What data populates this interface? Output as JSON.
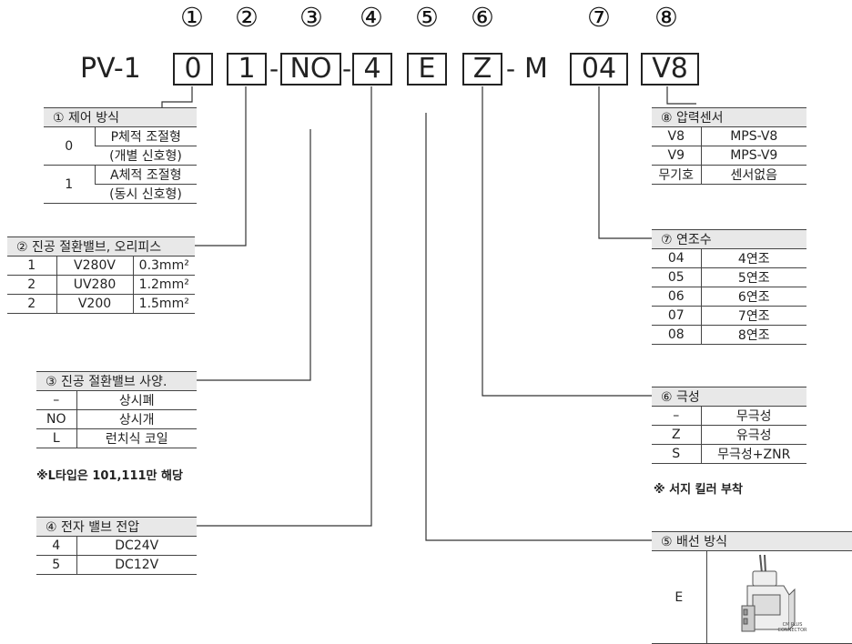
{
  "code": {
    "prefix": "PV-1",
    "numbers": [
      "①",
      "②",
      "③",
      "④",
      "⑤",
      "⑥",
      "⑦",
      "⑧"
    ],
    "segments": [
      "0",
      "1",
      "NO",
      "4",
      "E",
      "Z",
      "04",
      "V8"
    ],
    "hyphen": "-",
    "m_label": "M"
  },
  "t1": {
    "title": "① 제어 방식",
    "rows": [
      [
        "0",
        "P체적 조절형"
      ],
      [
        "",
        "(개별 신호형)"
      ],
      [
        "1",
        "A체적 조절형"
      ],
      [
        "",
        "(동시 신호형)"
      ]
    ]
  },
  "t2": {
    "title": "② 진공 절환밸브, 오리피스",
    "rows": [
      [
        "1",
        "V280V",
        "0.3mm²"
      ],
      [
        "2",
        "UV280",
        "1.2mm²"
      ],
      [
        "2",
        "V200",
        "1.5mm²"
      ]
    ]
  },
  "t3": {
    "title": "③ 진공 절환밸브 사양.",
    "rows": [
      [
        "–",
        "상시폐"
      ],
      [
        "NO",
        "상시개"
      ],
      [
        "L",
        "런치식 코일"
      ]
    ],
    "note": "※L타입은 101,111만 해당"
  },
  "t4": {
    "title": "④ 전자 밸브 전압",
    "rows": [
      [
        "4",
        "DC24V"
      ],
      [
        "5",
        "DC12V"
      ]
    ]
  },
  "t5": {
    "title": "⑤ 배선 방식",
    "row_label": "E",
    "image_caption": "CM PLUS CONNECTOR"
  },
  "t6": {
    "title": "⑥ 극성",
    "rows": [
      [
        "–",
        "무극성"
      ],
      [
        "Z",
        "유극성"
      ],
      [
        "S",
        "무극성+ZNR"
      ]
    ],
    "note": "※ 서지 킬러 부착"
  },
  "t7": {
    "title": "⑦ 연조수",
    "rows": [
      [
        "04",
        "4연조"
      ],
      [
        "05",
        "5연조"
      ],
      [
        "06",
        "6연조"
      ],
      [
        "07",
        "7연조"
      ],
      [
        "08",
        "8연조"
      ]
    ]
  },
  "t8": {
    "title": "⑧ 압력센서",
    "rows": [
      [
        "V8",
        "MPS-V8"
      ],
      [
        "V9",
        "MPS-V9"
      ],
      [
        "무기호",
        "센서없음"
      ]
    ]
  }
}
